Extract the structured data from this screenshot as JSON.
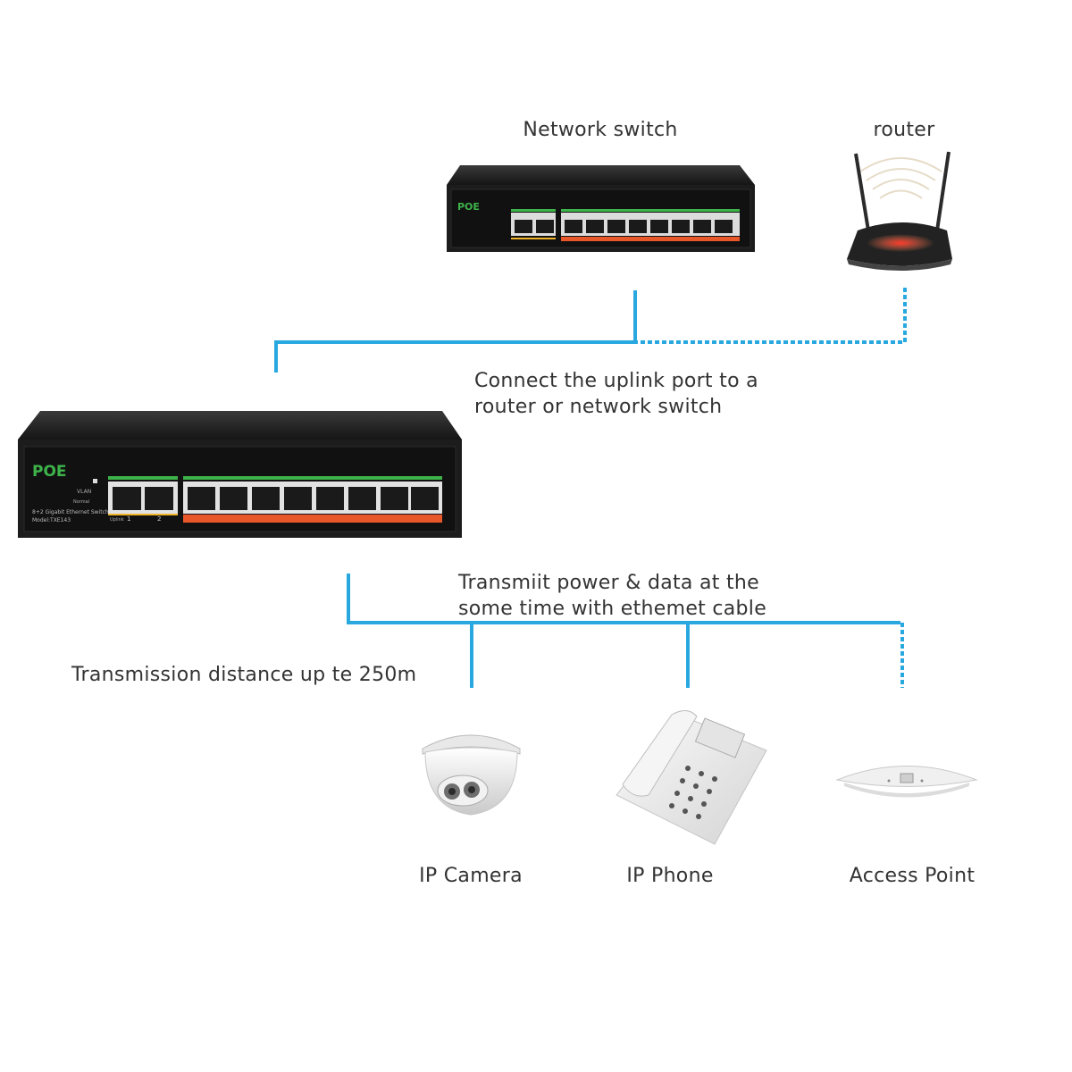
{
  "labels": {
    "network_switch": "Network switch",
    "router": "router",
    "uplink_line1": "Connect the uplink port to a",
    "uplink_line2": "router or network switch",
    "transmit_line1": "Transmiit power  & data at the",
    "transmit_line2": "some time with ethemet cable",
    "distance": "Transmission distance up te 250m",
    "ip_camera": "IP Camera",
    "ip_phone": "IP Phone",
    "access_point": "Access Point"
  },
  "switch_panel": {
    "brand": "POE",
    "vlan": "VLAN",
    "normal": "Normal",
    "description": "8+2 Gigabit Ethernet Switch",
    "model": "Model:TXE143",
    "uplink": "Uplink",
    "uplink_ports": [
      "1",
      "2"
    ]
  },
  "colors": {
    "cable": "#29a8e0",
    "switch_body": "#1c1c1c",
    "poe_green": "#3db34a",
    "poe_orange": "#e8572a",
    "uplink_yellow": "#f0b429"
  }
}
